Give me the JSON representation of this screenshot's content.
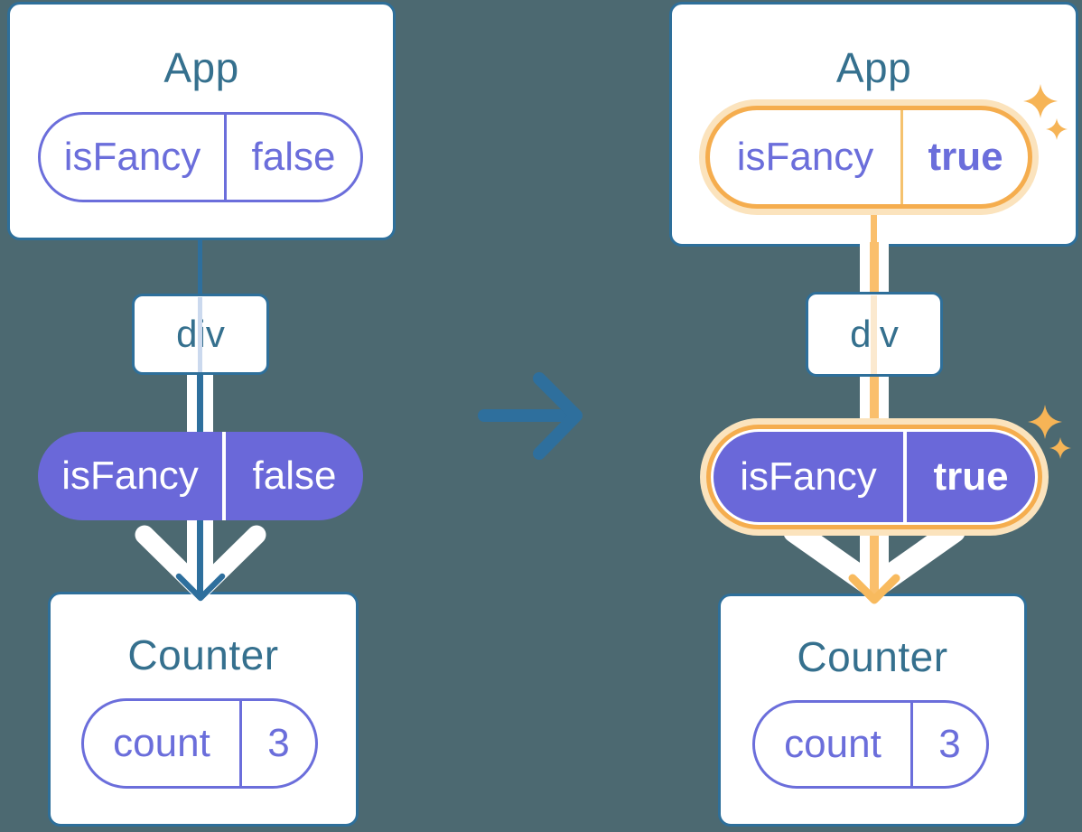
{
  "trees": {
    "before": {
      "app": {
        "title": "App"
      },
      "app_state": {
        "name": "isFancy",
        "value": "false"
      },
      "div_node": {
        "label": "div"
      },
      "passed_prop": {
        "name": "isFancy",
        "value": "false"
      },
      "counter": {
        "title": "Counter"
      },
      "counter_state": {
        "name": "count",
        "value": "3"
      }
    },
    "after": {
      "app": {
        "title": "App"
      },
      "app_state": {
        "name": "isFancy",
        "value": "true"
      },
      "div_node": {
        "label": "div"
      },
      "passed_prop": {
        "name": "isFancy",
        "value": "true"
      },
      "counter": {
        "title": "Counter"
      },
      "counter_state": {
        "name": "count",
        "value": "3"
      }
    }
  },
  "icons": {
    "transition_arrow": "right-arrow",
    "flow_arrow": "down-arrow",
    "highlight": "sparkle"
  },
  "colors": {
    "background": "#4C6971",
    "card_border": "#2E6F9A",
    "title_text": "#35708E",
    "purple_accent": "#6B6EDB",
    "purple_fill": "#6A68D9",
    "teal_line": "#2E6F9D",
    "orange_accent": "#F5AD4E",
    "orange_line": "#FABF6C",
    "orange_halo": "#FBE3BD",
    "sparkle": "#F6B456"
  }
}
